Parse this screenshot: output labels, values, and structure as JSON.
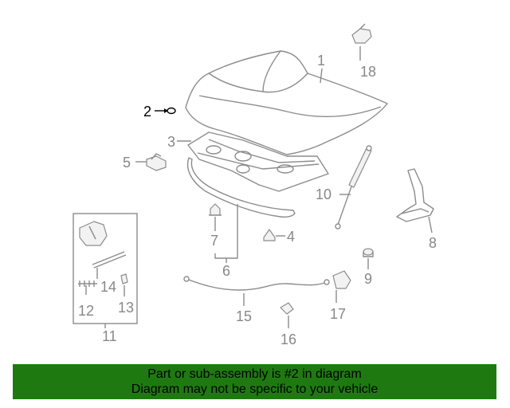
{
  "callouts": {
    "c1": "1",
    "c2": "2",
    "c3": "3",
    "c4": "4",
    "c5": "5",
    "c6": "6",
    "c7": "7",
    "c8": "8",
    "c9": "9",
    "c10": "10",
    "c11": "11",
    "c12": "12",
    "c13": "13",
    "c14": "14",
    "c15": "15",
    "c16": "16",
    "c17": "17",
    "c18": "18"
  },
  "highlighted_part": "2",
  "banner": {
    "line1": "Part or sub-assembly is #2 in diagram",
    "line2": "Diagram may not be specific to your vehicle",
    "background": "#1e7a10"
  },
  "colors": {
    "line_art": "#8c8c8c",
    "highlight": "#000000"
  }
}
